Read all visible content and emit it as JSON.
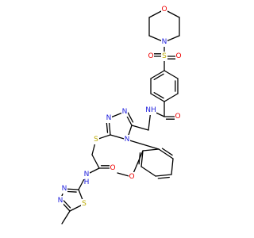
{
  "diagram": {
    "type": "chemical-structure",
    "colors": {
      "carbon": "#000000",
      "nitrogen": "#2222dd",
      "oxygen": "#ee0000",
      "sulfur": "#bbaa00",
      "background": "#ffffff"
    },
    "atom_labels": {
      "morpholine_o": "O",
      "morpholine_n": "N",
      "sulfonyl_s": "S",
      "sulfonyl_o_left": "O",
      "sulfonyl_o_right": "O",
      "amide_nh": "NH",
      "amide_o": "O",
      "triazole_n1": "N",
      "triazole_n2": "N",
      "triazole_n4": "N",
      "thioether_s": "S",
      "methoxy_o": "O",
      "acetamide_o": "O",
      "acetamide_nh": "N",
      "acetamide_h": "H",
      "thiadiazole_s": "S",
      "thiadiazole_n1": "N",
      "thiadiazole_n2": "N"
    }
  }
}
